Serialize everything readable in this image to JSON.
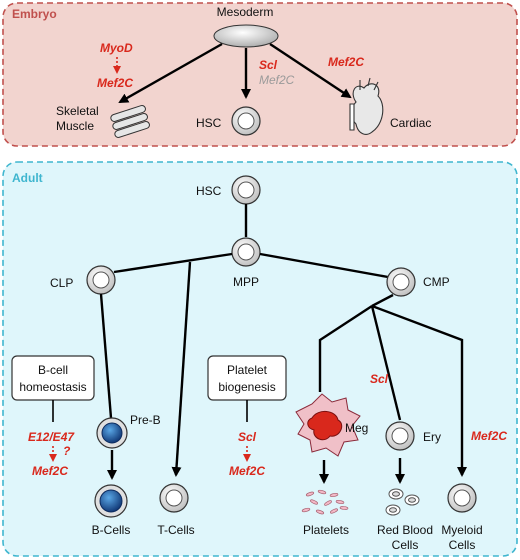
{
  "sections": {
    "embryo": "Embryo",
    "adult": "Adult"
  },
  "embryo": {
    "mesoderm": "Mesoderm",
    "skeletal_line1": "Skeletal",
    "skeletal_line2": "Muscle",
    "hsc": "HSC",
    "cardiac": "Cardiac",
    "gene_myod": "MyoD",
    "gene_mef2c_left": "Mef2C",
    "gene_scl": "Scl",
    "gene_mef2c_grey": "Mef2C",
    "gene_mef2c_right": "Mef2C"
  },
  "adult": {
    "hsc": "HSC",
    "mpp": "MPP",
    "clp": "CLP",
    "cmp": "CMP",
    "bcell_box_line1": "B-cell",
    "bcell_box_line2": "homeostasis",
    "platelet_box_line1": "Platelet",
    "platelet_box_line2": "biogenesis",
    "gene_e12": "E12/E47",
    "question": "?",
    "gene_mef2c_b": "Mef2C",
    "gene_scl_p": "Scl",
    "gene_mef2c_p": "Mef2C",
    "gene_scl_ery": "Scl",
    "gene_mef2c_myeloid": "Mef2C",
    "preb": "Pre-B",
    "meg": "Meg",
    "ery": "Ery",
    "bcells": "B-Cells",
    "tcells": "T-Cells",
    "platelets": "Platelets",
    "rbc_line1": "Red Blood",
    "rbc_line2": "Cells",
    "myeloid_line1": "Myeloid",
    "myeloid_line2": "Cells"
  },
  "colors": {
    "embryo_fill": "#f2d4cf",
    "embryo_stroke": "#c0504d",
    "adult_fill": "#dff6fb",
    "adult_stroke": "#3fb6cf",
    "gene_red": "#d9281c",
    "gene_grey": "#9a9a9a"
  }
}
